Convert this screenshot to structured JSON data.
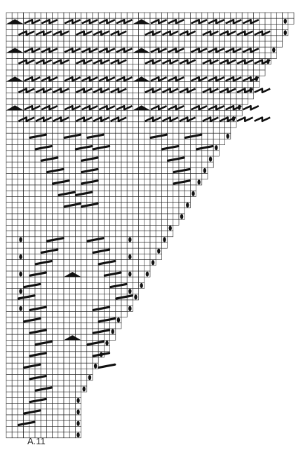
{
  "chart": {
    "label": "A.11",
    "columns": 50,
    "rows": 74,
    "grid_line_color": "#222222",
    "symbol_color": "#111111",
    "background": "#ffffff",
    "legend_symbols": [
      "yarn-over-oval",
      "slanted-decrease-bar",
      "double-decrease-triangle",
      "blank-knit-square"
    ]
  }
}
